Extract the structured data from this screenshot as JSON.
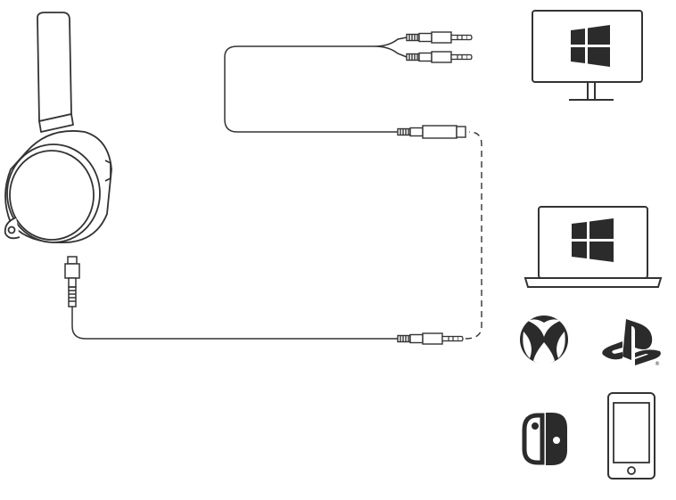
{
  "diagram": {
    "devices": [
      {
        "id": "desktop-pc",
        "icon": "windows-icon"
      },
      {
        "id": "laptop",
        "icon": "windows-icon"
      },
      {
        "id": "xbox",
        "icon": "xbox-icon"
      },
      {
        "id": "playstation",
        "icon": "playstation-icon"
      },
      {
        "id": "nintendo-switch",
        "icon": "nintendo-switch-icon"
      },
      {
        "id": "smartphone",
        "icon": "phone-icon"
      }
    ],
    "connectors": [
      {
        "id": "headset-micro-connector",
        "icon": "micro-usb-plug-icon"
      },
      {
        "id": "main-cable-plug",
        "icon": "3-5mm-jack-icon"
      },
      {
        "id": "splitter-female-socket",
        "icon": "3-5mm-socket-icon"
      },
      {
        "id": "splitter-plug-top",
        "icon": "3-5mm-jack-icon"
      },
      {
        "id": "splitter-plug-bottom",
        "icon": "3-5mm-jack-icon"
      }
    ],
    "playstation_mark": "®"
  },
  "colors": {
    "line": "#333333",
    "fill_dark": "#2b2b2b",
    "background": "#ffffff"
  }
}
